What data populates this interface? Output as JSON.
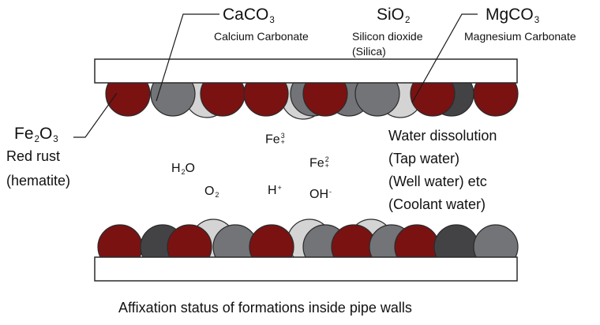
{
  "labels": {
    "caco3": {
      "formula": "CaCO",
      "sub": "3",
      "name": "Calcium Carbonate"
    },
    "sio2": {
      "formula": "SiO",
      "sub": "2",
      "name1": "Silicon dioxide",
      "name2": "(Silica)"
    },
    "mgco3": {
      "formula": "MgCO",
      "sub": "3",
      "name": "Magnesium Carbonate"
    },
    "fe2o3": {
      "pre": "Fe",
      "sub": "2",
      "post": "O",
      "sub2": "3",
      "name1": "Red rust",
      "name2": "(hematite)"
    }
  },
  "ions": {
    "fe3": {
      "base": "Fe",
      "charge_num": "3",
      "charge_sign": "+"
    },
    "fe2": {
      "base": "Fe",
      "charge_num": "2",
      "charge_sign": "+"
    },
    "h2o": {
      "pre": "H",
      "sub": "2",
      "post": "O"
    },
    "o2": {
      "base": "O",
      "sub": "2"
    },
    "hplus": {
      "base": "H",
      "sign": "+"
    },
    "ohminus": {
      "base": "OH",
      "sign": "-"
    }
  },
  "water_dissolution": {
    "title": "Water dissolution",
    "items": [
      "(Tap water)",
      "(Well water) etc",
      "(Coolant water)"
    ]
  },
  "caption": "Affixation status of formations inside pipe walls",
  "colors": {
    "red": "#7a1212",
    "gray": "#737477",
    "light": "#d4d4d4",
    "dark": "#434346",
    "stroke": "#2a2a2a"
  }
}
